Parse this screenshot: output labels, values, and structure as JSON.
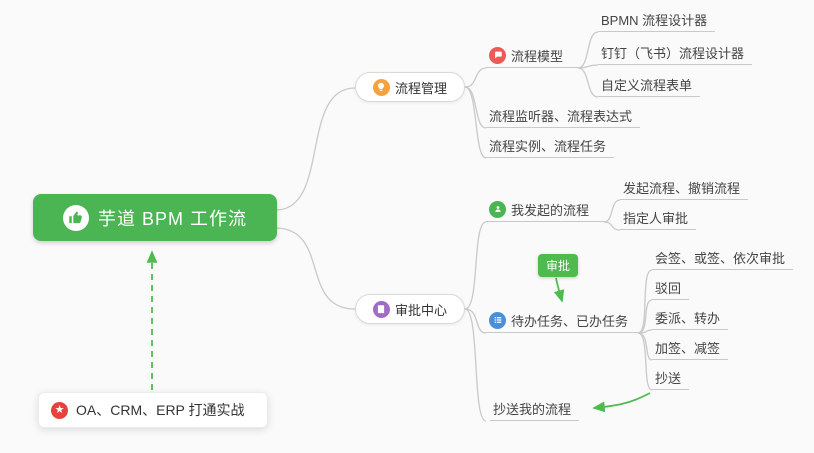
{
  "root": {
    "label": "芋道 BPM 工作流"
  },
  "branches": {
    "process_mgmt": {
      "label": "流程管理",
      "children": {
        "process_model": {
          "label": "流程模型",
          "children": {
            "bpmn": "BPMN 流程设计器",
            "dingtalk": "钉钉（飞书）流程设计器",
            "custom_form": "自定义流程表单"
          }
        },
        "listener": "流程监听器、流程表达式",
        "instance": "流程实例、流程任务"
      }
    },
    "approval_center": {
      "label": "审批中心",
      "children": {
        "my_initiated": {
          "label": "我发起的流程",
          "children": {
            "initiate_cancel": "发起流程、撤销流程",
            "assignee": "指定人审批"
          }
        },
        "todo_done": {
          "label": "待办任务、已办任务",
          "children": {
            "countersign": "会签、或签、依次审批",
            "reject": "驳回",
            "delegate": "委派、转办",
            "sign": "加签、减签",
            "cc": "抄送"
          }
        },
        "cc_my": "抄送我的流程"
      }
    }
  },
  "annotations": {
    "approval_label": "审批",
    "practice": "OA、CRM、ERP 打通实战"
  },
  "icons": {
    "root": "thumbs-up-icon",
    "process_mgmt": "lightbulb-icon",
    "process_model": "chat-bubble-icon",
    "approval_center": "clipboard-icon",
    "my_initiated": "person-icon",
    "todo_done": "task-list-icon",
    "practice": "star-icon"
  },
  "colors": {
    "root_bg": "#4bb553",
    "connector": "#c9c9c9",
    "arrow_green": "#4fbb4f",
    "icon_orange": "#f7a23c",
    "icon_red": "#ec5b56",
    "icon_purple": "#a06cc7",
    "icon_green": "#4bb553",
    "icon_blue": "#4a90d9",
    "icon_star_red": "#e8413c"
  }
}
